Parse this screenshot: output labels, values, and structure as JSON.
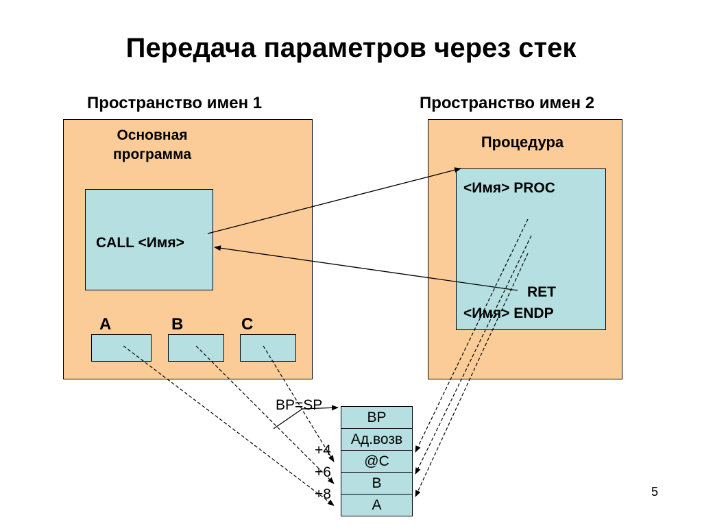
{
  "title": "Передача параметров через стек",
  "namespace1": {
    "label": "Пространство имен 1",
    "caption_line1": "Основная",
    "caption_line2": "программа",
    "call_text": "CALL <Имя>",
    "vars": [
      "A",
      "B",
      "C"
    ]
  },
  "namespace2": {
    "label": "Пространство имен 2",
    "caption": "Процедура",
    "proc_text": "<Имя>  PROC",
    "ret_text": "RET",
    "endp_text": "<Имя>  ENDP"
  },
  "stack": {
    "bp_label": "BP=SP",
    "cells": [
      "BP",
      "Ад.возв",
      "@C",
      "B",
      "A"
    ],
    "offsets": [
      "+4",
      "+6",
      "+8"
    ]
  },
  "page_number": "5"
}
